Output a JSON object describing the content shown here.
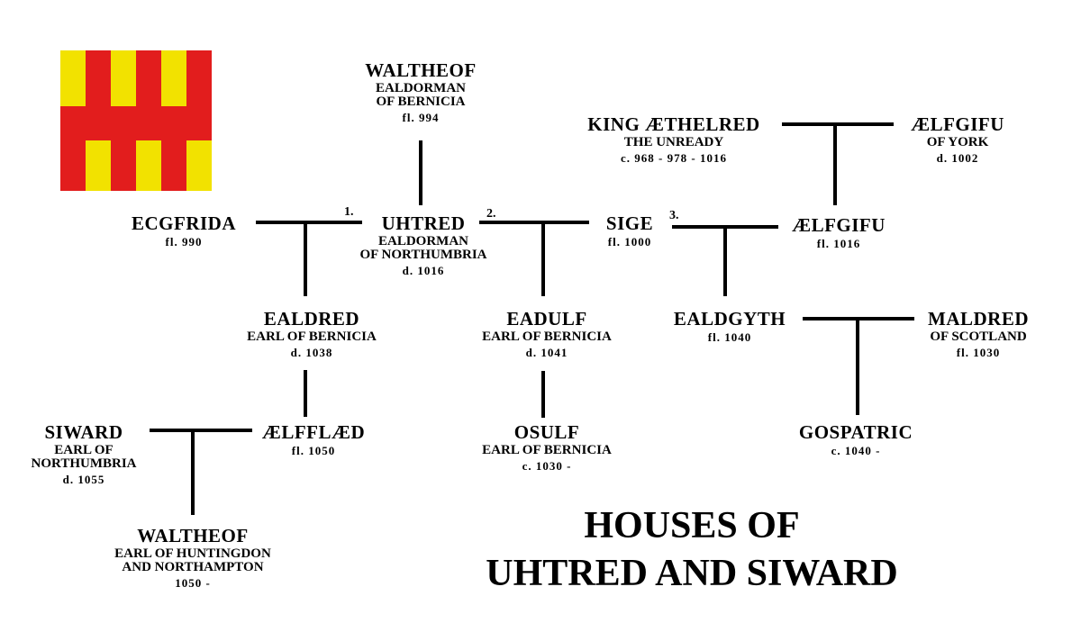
{
  "title": {
    "line1": "HOUSES OF",
    "line2": "UHTRED AND SIWARD"
  },
  "flag": {
    "name": "Northumbria flag",
    "colors": [
      "#e21d1d",
      "#f2e200"
    ]
  },
  "people": {
    "waltheof_b": {
      "name": "WALTHEOF",
      "title": "EALDORMAN\nOF BERNICIA",
      "dates": "fl. 994"
    },
    "aethelred": {
      "name": "KING ÆTHELRED",
      "title": "THE UNREADY",
      "dates": "c. 968 - 978 - 1016"
    },
    "aelfgifu_york": {
      "name": "ÆLFGIFU",
      "title": "OF YORK",
      "dates": "d. 1002"
    },
    "ecgfrida": {
      "name": "ECGFRIDA",
      "title": "",
      "dates": "fl. 990"
    },
    "uhtred": {
      "name": "UHTRED",
      "title": "EALDORMAN\nOF NORTHUMBRIA",
      "dates": "d. 1016"
    },
    "sige": {
      "name": "SIGE",
      "title": "",
      "dates": "fl. 1000"
    },
    "aelfgifu": {
      "name": "ÆLFGIFU",
      "title": "",
      "dates": "fl. 1016"
    },
    "ealdred": {
      "name": "EALDRED",
      "title": "EARL OF BERNICIA",
      "dates": "d. 1038"
    },
    "eadulf": {
      "name": "EADULF",
      "title": "EARL OF BERNICIA",
      "dates": "d. 1041"
    },
    "ealdgyth": {
      "name": "EALDGYTH",
      "title": "",
      "dates": "fl. 1040"
    },
    "maldred": {
      "name": "MALDRED",
      "title": "OF SCOTLAND",
      "dates": "fl. 1030"
    },
    "siward": {
      "name": "SIWARD",
      "title": "EARL OF\nNORTHUMBRIA",
      "dates": "d. 1055"
    },
    "aelfflaed": {
      "name": "ÆLFFLÆD",
      "title": "",
      "dates": "fl. 1050"
    },
    "osulf": {
      "name": "OSULF",
      "title": "EARL OF BERNICIA",
      "dates": "c. 1030 -"
    },
    "gospatric": {
      "name": "GOSPATRIC",
      "title": "",
      "dates": "c. 1040 -"
    },
    "waltheof_h": {
      "name": "WALTHEOF",
      "title": "EARL OF HUNTINGDON\nAND NORTHAMPTON",
      "dates": "1050 -"
    }
  },
  "marriage_markers": {
    "first": "1.",
    "second": "2.",
    "third": "3."
  }
}
